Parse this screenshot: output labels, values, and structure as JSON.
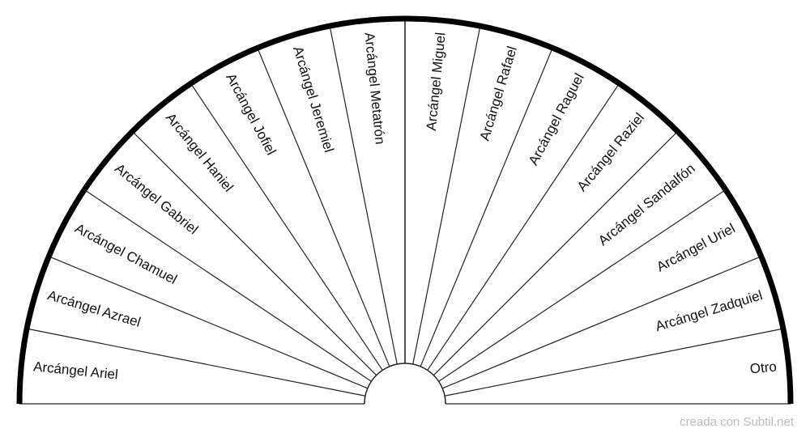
{
  "chart_data": {
    "type": "semicircle-pendulum-chart",
    "segments": [
      "Arcángel Ariel",
      "Arcángel Azrael",
      "Arcángel Chamuel",
      "Arcángel Gabriel",
      "Arcángel Haniel",
      "Arcángel Jofiel",
      "Arcángel Jeremiel",
      "Arcángel Metatrón",
      "Arcángel Miguel",
      "Arcángel Rafael",
      "Arcángel Raguel",
      "Arcángel Raziel",
      "Arcángel Sandalfón",
      "Arcángel Uriel",
      "Arcángel Zadquiel",
      "Otro"
    ]
  },
  "credit": "creada con Subtil.net"
}
